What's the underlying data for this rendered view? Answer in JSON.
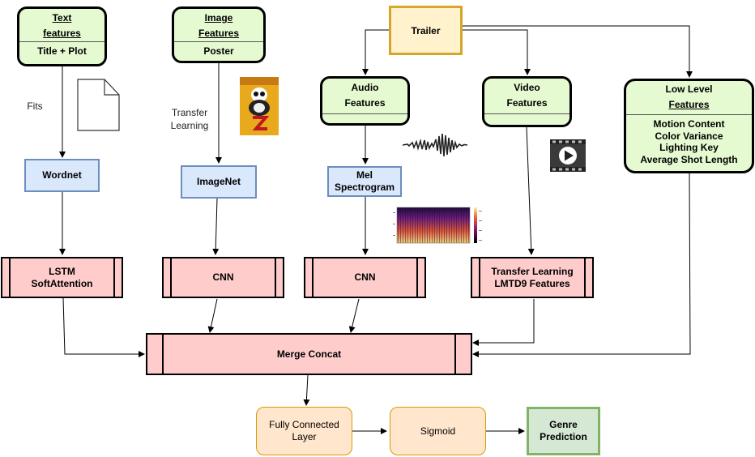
{
  "text_features": {
    "title_line1": "Text",
    "title_line2": "features",
    "sub": "Title + Plot"
  },
  "image_features": {
    "title_line1": "Image",
    "title_line2": "Features",
    "sub": "Poster"
  },
  "trailer": {
    "label": "Trailer"
  },
  "audio_features": {
    "title_line1": "Audio",
    "title_line2": "Features"
  },
  "video_features": {
    "title_line1": "Video",
    "title_line2": "Features"
  },
  "low_level": {
    "title_line1": "Low Level",
    "title_line2": "Features",
    "items": [
      "Motion Content",
      "Color Variance",
      "Lighting Key",
      "Average Shot Length"
    ]
  },
  "edge_labels": {
    "fits": "Fits",
    "transfer_line1": "Transfer",
    "transfer_line2": "Learning"
  },
  "wordnet": "Wordnet",
  "imagenet": "ImageNet",
  "mel": {
    "line1": "Mel",
    "line2": "Spectrogram"
  },
  "lstm": {
    "line1": "LSTM",
    "line2": "SoftAttention"
  },
  "cnn_image": "CNN",
  "cnn_audio": "CNN",
  "transfer_lmtd": {
    "line1": "Transfer Learning",
    "line2": "LMTD9 Features"
  },
  "merge": "Merge Concat",
  "fully_connected": {
    "line1": "Fully Connected",
    "line2": "Layer"
  },
  "sigmoid": "Sigmoid",
  "genre": {
    "line1": "Genre",
    "line2": "Prediction"
  },
  "colors": {
    "green_fill": "#e6fad1",
    "green_border": "#82b366",
    "blue_fill": "#dae8fc",
    "blue_border": "#6c8ebf",
    "pink_fill": "#ffcccc",
    "peach_fill": "#ffe6cc",
    "peach_border": "#d79b00",
    "trailer_fill": "#fff2cc"
  }
}
